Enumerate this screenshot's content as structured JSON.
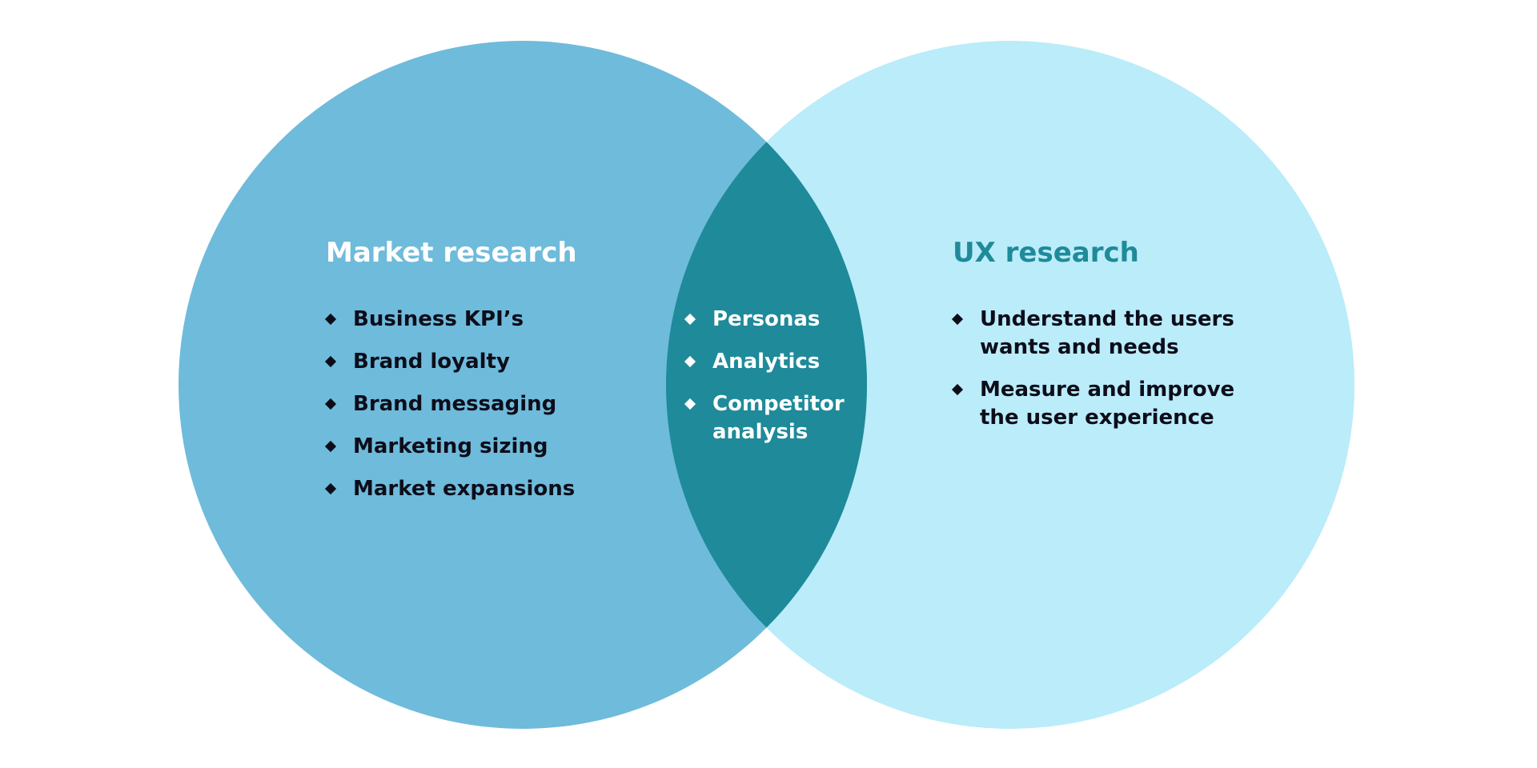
{
  "colors": {
    "background": "#ffffff",
    "left_circle": "#6fbbdb",
    "right_circle": "#baecfa",
    "overlap": "#1f8a99",
    "market_heading": "#ffffff",
    "ux_heading": "#1f8a99",
    "item_text_dark": "#0d0d1a",
    "item_text_light": "#ffffff"
  },
  "market_research": {
    "title": "Market research",
    "items": [
      "Business KPI’s",
      "Brand loyalty",
      "Brand messaging",
      "Marketing sizing",
      "Market expansions"
    ]
  },
  "shared": {
    "items": [
      "Personas",
      "Analytics",
      "Competitor analysis"
    ]
  },
  "ux_research": {
    "title": "UX research",
    "items": [
      "Understand the users wants and needs",
      "Measure and improve the user experience"
    ]
  },
  "icons": {
    "bullet": "diamond-bullet-icon"
  }
}
